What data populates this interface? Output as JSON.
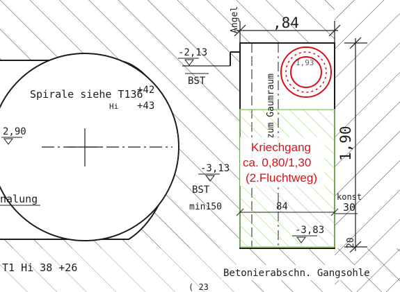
{
  "drawing": {
    "dim_top": ",84",
    "dim_right": "1,90",
    "dim_inner": "84",
    "level_top": "-2,13",
    "level_left": "2,90",
    "level_mid": "-3,13",
    "level_bottom": "-3,83",
    "level_pipe": "1,93",
    "bst_top": "BST",
    "bst_mid": "BST",
    "spirale": "Spirale siehe T136",
    "spirale_plus1": "+42",
    "spirale_hi": "Hi",
    "spirale_plus2": "+43",
    "schalung": "nalung",
    "t1hi": "T1 Hi 38 +26",
    "min150": "min150",
    "angel": "Angel",
    "zum": "zum Gaumraum",
    "konst": "konst",
    "konst_val": "30",
    "betonier": "Betonierabschn. Gangsohle",
    "bottom_small": "20",
    "bottom_cut": "( 23",
    "kriechgang_line1": "Kriechgang",
    "kriechgang_line2": "ca. 0,80/1,30",
    "kriechgang_line3": "(2.Fluchtweg)"
  },
  "colors": {
    "ink": "#1c1c1c",
    "hatch": "#2a2a2a",
    "highlight_red": "#d8101a",
    "highlight_green": "#8fd46a"
  }
}
